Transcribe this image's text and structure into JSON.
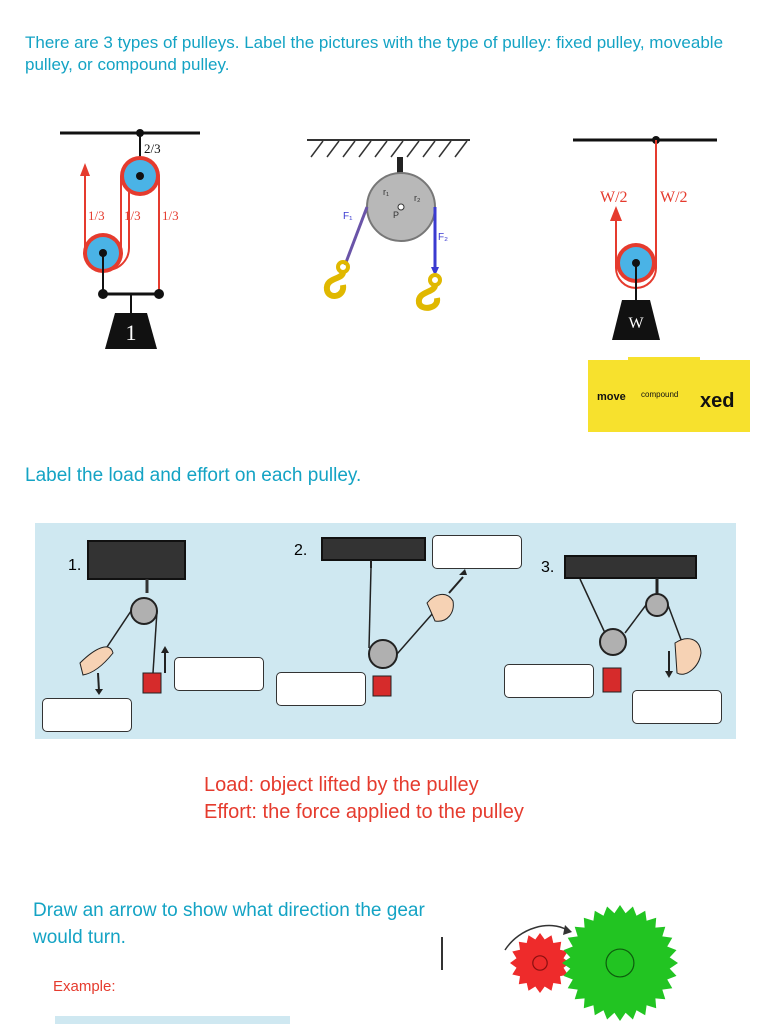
{
  "question1": "There are 3 types of pulleys. Label the pictures with the type of pulley: fixed pulley, moveable pulley, or compound pulley.",
  "figure1": {
    "top_label": "2/3",
    "labels": [
      "1/3",
      "1/3",
      "1/3"
    ],
    "weight": "1"
  },
  "figure2": {
    "f1": "F₁",
    "f2": "F₂",
    "r1": "r₁",
    "r2": "r₂",
    "p": "P"
  },
  "figure3": {
    "left_label": "W/2",
    "right_label": "W/2",
    "weight": "W"
  },
  "word_bank": {
    "move": "move",
    "compound": "compound",
    "xed": "xed"
  },
  "question2": "Label the load and effort on each pulley.",
  "panel_numbers": [
    "1.",
    "2.",
    "3."
  ],
  "definitions": {
    "load": "Load: object lifted by the pulley",
    "effort": "Effort: the force applied to the pulley"
  },
  "question3": "Draw an arrow to show what direction the gear would turn.",
  "example_label": "Example:",
  "colors": {
    "teal": "#14a3c4",
    "red": "#e53b2e",
    "pulley_blue": "#4ab3e6",
    "panel_bg": "#cfe8f1",
    "yellow": "#f7e12d",
    "gear_red": "#ee2b2b",
    "gear_green": "#22c422"
  }
}
